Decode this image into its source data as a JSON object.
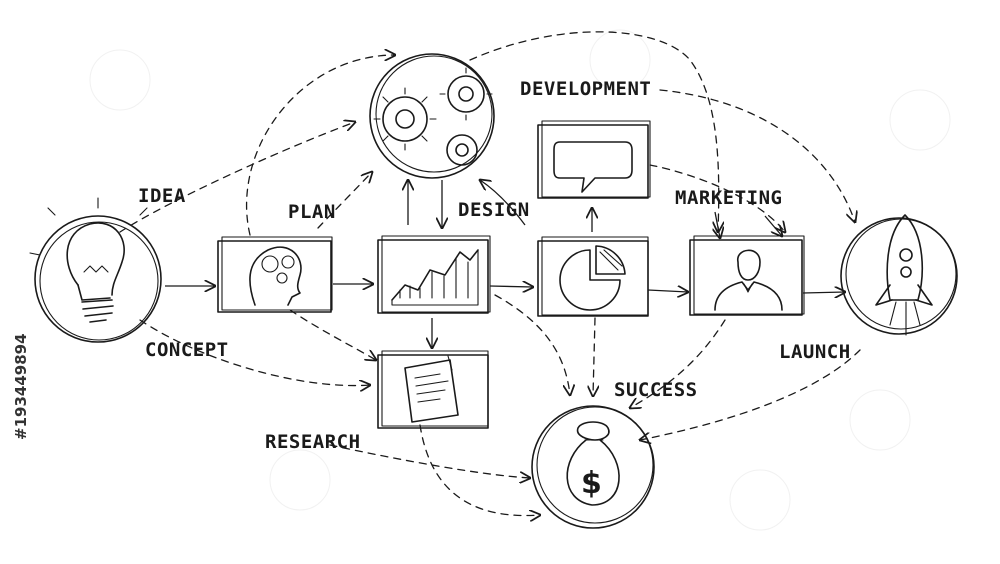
{
  "labels": {
    "idea": "IDEA",
    "plan": "PLAN",
    "design": "DESIGN",
    "development": "DEVELOPMENT",
    "marketing": "MARKETING",
    "concept": "CONCEPT",
    "research": "RESEARCH",
    "success": "SUCCESS",
    "launch": "LAUNCH"
  },
  "stock_id": "#193449894",
  "dollar_sign": "$",
  "icons": [
    "lightbulb-icon",
    "head-gears-icon",
    "gears-icon",
    "chart-icon",
    "speech-bubble-icon",
    "pie-chart-icon",
    "document-icon",
    "person-icon",
    "rocket-icon",
    "money-bag-icon"
  ]
}
